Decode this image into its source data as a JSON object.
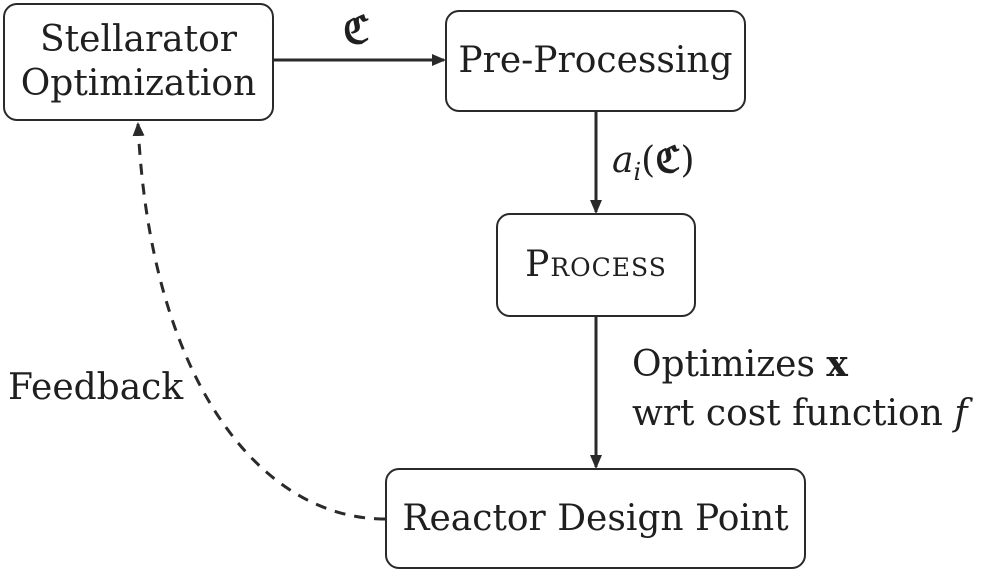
{
  "nodes": {
    "stellarator": {
      "line1": "Stellarator",
      "line2": "Optimization"
    },
    "preprocessing": {
      "label": "Pre-Processing"
    },
    "process": {
      "label": "Process"
    },
    "reactor": {
      "label": "Reactor Design Point"
    }
  },
  "edges": {
    "config_symbol": "ℭ",
    "ai_prefix": "a",
    "ai_subscript": "i",
    "ai_open": "(",
    "ai_symbol": "ℭ",
    "ai_close": ")",
    "optimizes_line1_text": "Optimizes ",
    "optimizes_line1_var": "x",
    "optimizes_line2_text": "wrt cost function ",
    "optimizes_line2_var": "f",
    "feedback": "Feedback"
  }
}
